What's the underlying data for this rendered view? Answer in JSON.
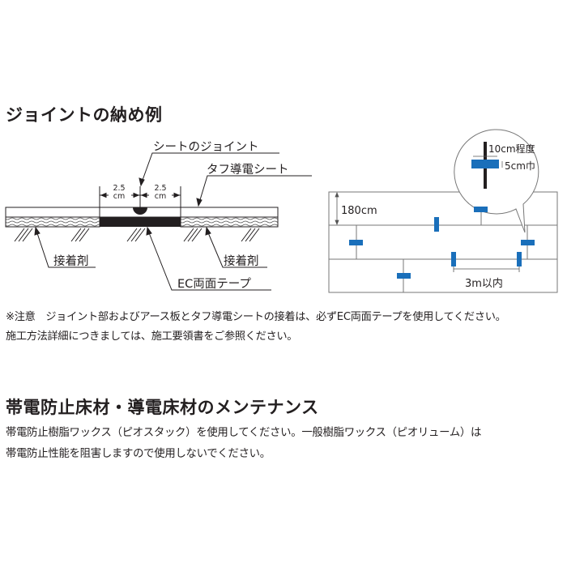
{
  "joint_section": {
    "title": "ジョイントの納め例",
    "cross_section": {
      "label_sheet_joint": "シートのジョイント",
      "label_conductive_sheet": "タフ導電シート",
      "label_adhesive_left": "接着剤",
      "label_adhesive_right": "接着剤",
      "label_ec_tape": "EC両面テープ",
      "dim_left_value": "2.5",
      "dim_left_unit": "cm",
      "dim_right_value": "2.5",
      "dim_right_unit": "cm"
    },
    "plan_view": {
      "label_width": "180cm",
      "label_spacing": "3m以内",
      "callout_length": "10cm程度",
      "callout_width": "5cm巾",
      "tape_color": "#1a6fba"
    },
    "note_line1": "※注意　ジョイント部およびアース板とタフ導電シートの接着は、必ずEC両面テープを使用してください。",
    "note_line2": "施工方法詳細につきましては、施工要領書をご参照ください。"
  },
  "maintenance_section": {
    "title": "帯電防止床材・導電床材のメンテナンス",
    "line1": "帯電防止樹脂ワックス（ピオスタック）を使用してください。一般樹脂ワックス（ピオリューム）は",
    "line2": "帯電防止性能を阻害しますので使用しないでください。"
  }
}
